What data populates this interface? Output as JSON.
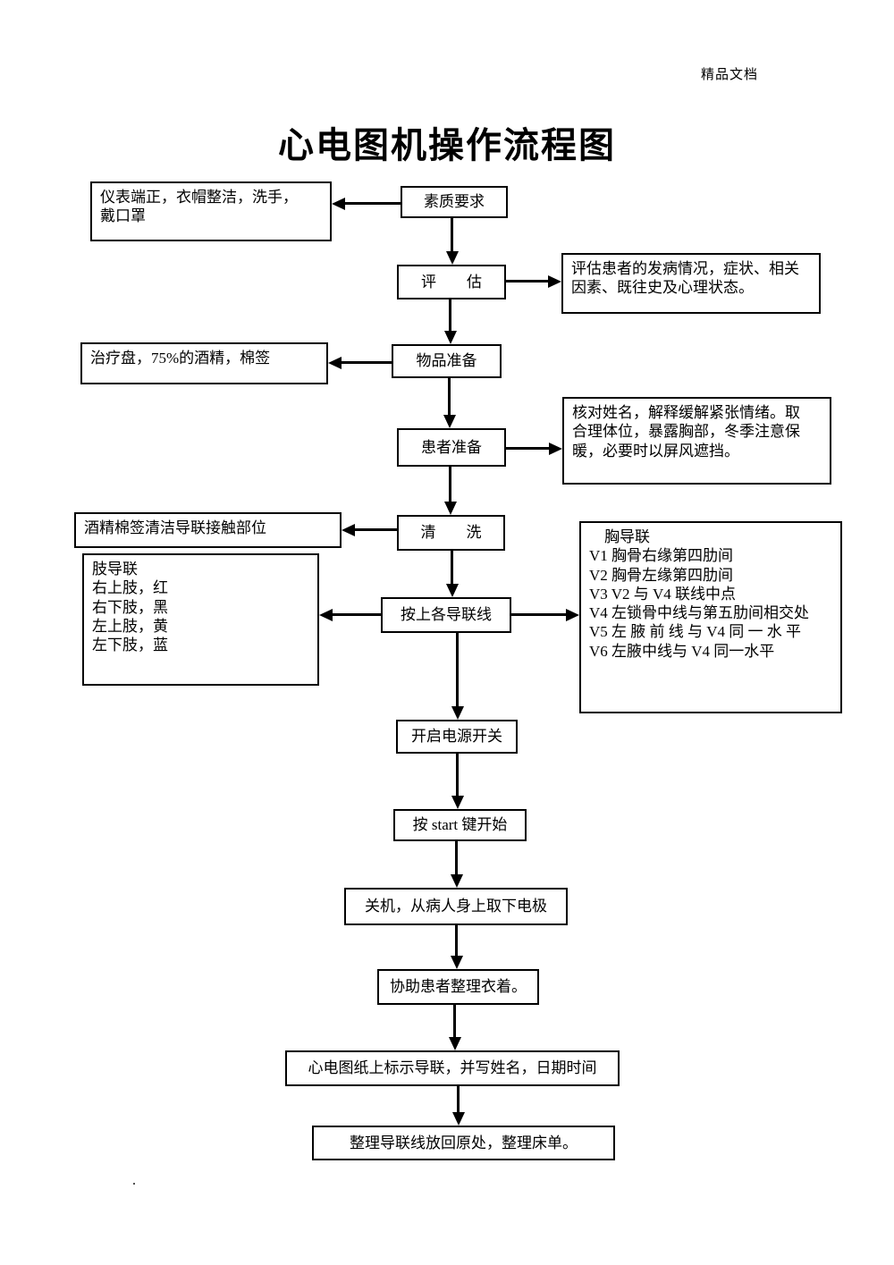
{
  "page": {
    "watermark": "精品文档",
    "title": "心电图机操作流程图",
    "stray_dot": "."
  },
  "flow": {
    "quality": "素质要求",
    "appearance_note": "仪表端正，衣帽整洁，洗手，\n戴口罩",
    "assess": "评　　估",
    "assess_note": "评估患者的发病情况，症状、相关\n因素、既往史及心理状态。",
    "items_prep": "物品准备",
    "items_note": "治疗盘，75%的酒精，棉签",
    "patient_prep": "患者准备",
    "patient_note": "核对姓名，解释缓解紧张情绪。取\n合理体位，暴露胸部，冬季注意保\n暖，必要时以屏风遮挡。",
    "clean": "清　　洗",
    "clean_note": "酒精棉签清洁导联接触部位",
    "attach_leads": "按上各导联线",
    "limb_leads_note": "肢导联\n右上肢，红\n右下肢，黑\n左上肢，黄\n左下肢，蓝",
    "chest_leads_note": "　胸导联\nV1 胸骨右缘第四肋间\nV2 胸骨左缘第四肋间\nV3 V2 与 V4 联线中点\nV4 左锁骨中线与第五肋间相交处\nV5 左 腋 前 线 与 V4 同 一 水 平\nV6 左腋中线与 V4 同一水平",
    "power_on": "开启电源开关",
    "press_start": "按 start 键开始",
    "power_off": "关机，从病人身上取下电极",
    "tidy_patient": "协助患者整理衣着。",
    "label_paper": "心电图纸上标示导联，并写姓名，日期时间",
    "tidy_leads": "整理导联线放回原处，整理床单。"
  }
}
